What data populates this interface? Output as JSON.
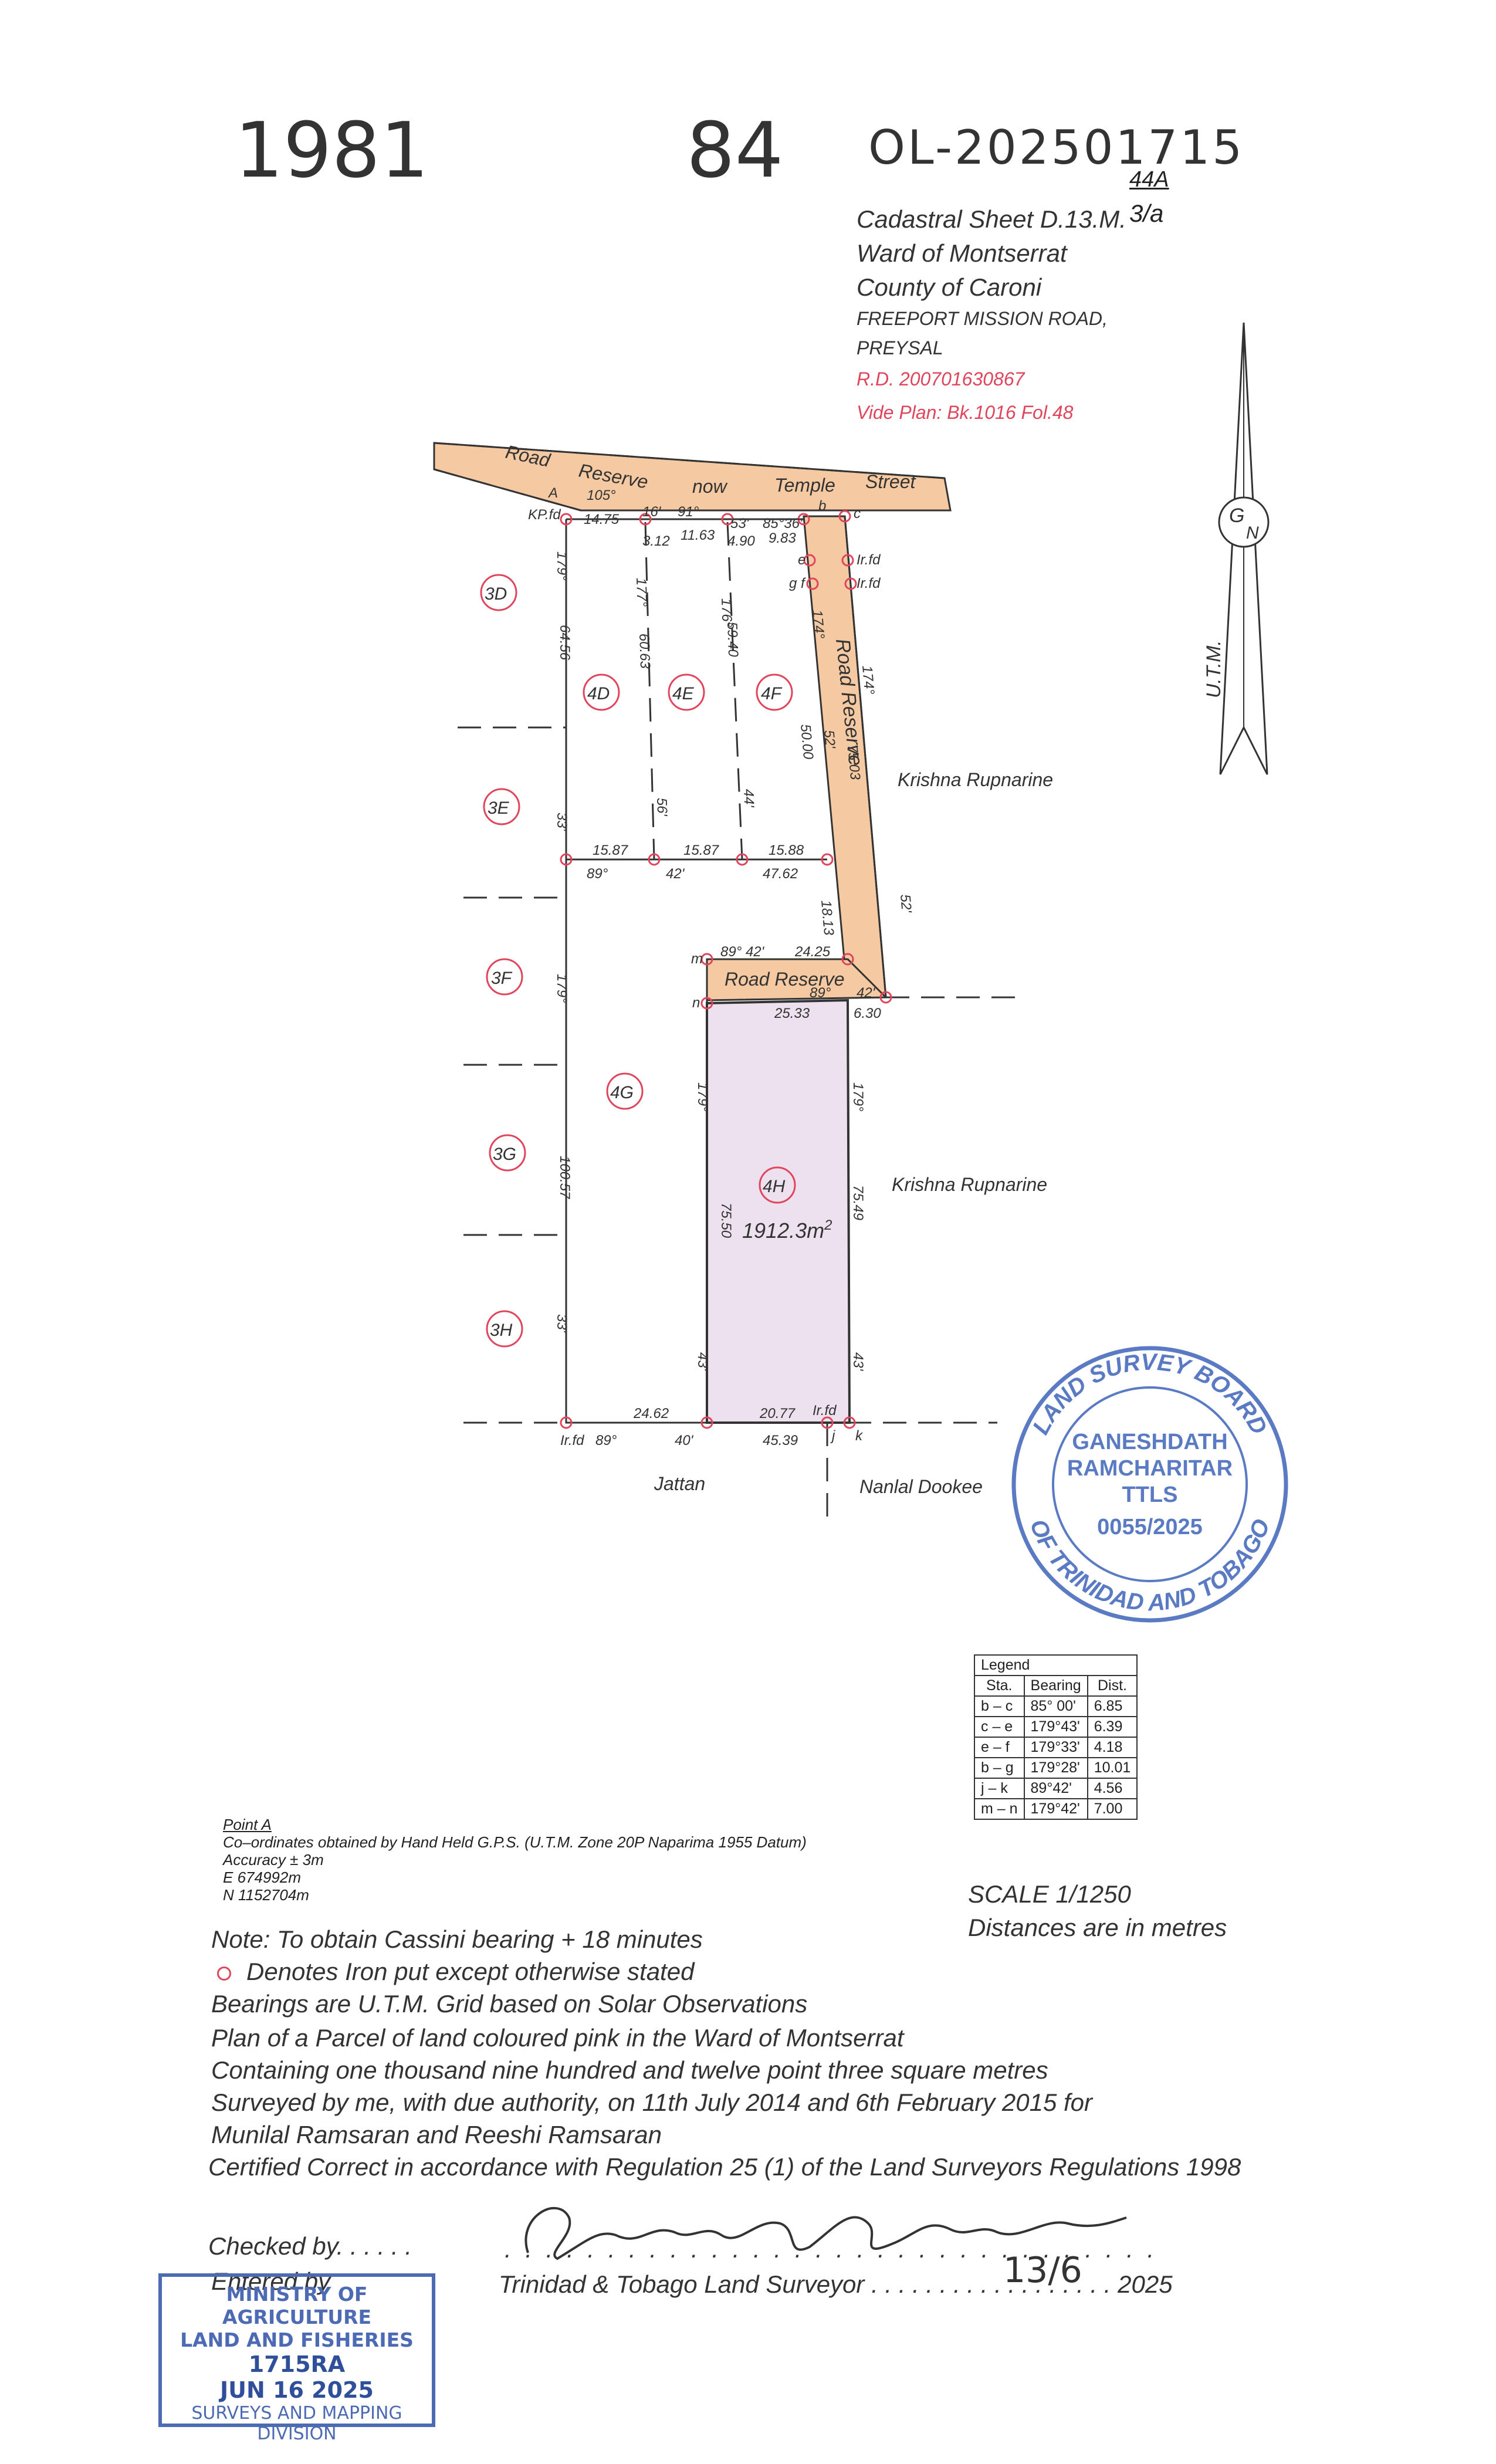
{
  "handwritten": {
    "left_number": "1981",
    "mid_number": "84",
    "ref": "OL-202501715"
  },
  "header": {
    "sheet_top": "44A",
    "sheet_bottom": "3/a",
    "cadastral": "Cadastral Sheet D.13.M.",
    "ward": "Ward of Montserrat",
    "county": "County of Caroni",
    "road": "FREEPORT MISSION ROAD,",
    "place": "PREYSAL",
    "rd": "R.D. 200701630867",
    "vide": "Vide Plan: Bk.1016 Fol.48"
  },
  "north": {
    "g": "G",
    "n": "N",
    "utm": "U.T.M."
  },
  "plan": {
    "street_words": [
      "Road",
      "Reserve",
      "now",
      "Temple",
      "Street"
    ],
    "lots": [
      "3D",
      "3E",
      "3F",
      "3G",
      "3H",
      "4D",
      "4E",
      "4F",
      "4G",
      "4H"
    ],
    "area": "1912.3m",
    "area_sup": "2",
    "road_reserve_vertical": "Road Reserve",
    "road_reserve_horizontal": "Road Reserve",
    "neighbours": {
      "krishna1": "Krishna Rupnarine",
      "krishna2": "Krishna Rupnarine",
      "jattan": "Jattan",
      "nanlal": "Nanlal Dookee"
    },
    "points": {
      "A": "A",
      "kpfd": "KP.fd",
      "b": "b",
      "c": "c",
      "e": "e",
      "f": "f",
      "g": "g",
      "irfd_e": "Ir.fd",
      "irfd_f": "Ir.fd",
      "m": "m",
      "n": "n",
      "irfd_bl": "Ir.fd",
      "irfd_j": "Ir.fd",
      "j": "j",
      "k": "k"
    },
    "dims": {
      "top_105": "105°",
      "top_1475": "14.75",
      "top_16": "16'",
      "top_91": "91°",
      "top_312": "3.12",
      "top_1163": "11.63",
      "top_53": "53'",
      "top_490": "4.90",
      "top_8536": "85°36'",
      "top_983": "9.83",
      "left_179": "179°",
      "left_6456": "64.56",
      "left_33a": "33'",
      "d_177": "177°",
      "d_6063": "60.63",
      "d_56": "56'",
      "e_176": "176°",
      "e_5940": "59.40",
      "e_44": "44'",
      "r_174": "174°",
      "r_5000": "50.00",
      "r_52": "52'",
      "r_7503": "75.03",
      "o_174": "174°",
      "o_52": "52'",
      "r_1813": "18.13",
      "m_1587a": "15.87",
      "m_89": "89°",
      "m_1587b": "15.87",
      "m_42": "42'",
      "m_1588": "15.88",
      "m_4762": "47.62",
      "mm_89_42": "89° 42'",
      "mm_2425": "24.25",
      "mm_89": "89°",
      "mm_42": "42'",
      "nn_2533": "25.33",
      "nn_630": "6.30",
      "l_179b": "179°",
      "l_10057": "100.57",
      "l_33b": "33'",
      "h_179": "179°",
      "h_7550": "75.50",
      "h_43": "43'",
      "hr_179": "179°",
      "hr_7549": "75.49",
      "hr_43": "43'",
      "b_2462": "24.62",
      "b_89": "89°",
      "b_40": "40'",
      "b_2077": "20.77",
      "b_4539": "45.39"
    }
  },
  "seal": {
    "ring_top": "LAND SURVEY BOARD",
    "ring_bottom": "OF TRINIDAD AND TOBAGO",
    "name1": "GANESHDATH",
    "name2": "RAMCHARITAR",
    "name3": "TTLS",
    "reg": "0055/2025"
  },
  "legend": {
    "title": "Legend",
    "headers": [
      "Sta.",
      "Bearing",
      "Dist."
    ],
    "rows": [
      [
        "b – c",
        "85° 00'",
        "6.85"
      ],
      [
        "c – e",
        "179°43'",
        "6.39"
      ],
      [
        "e – f",
        "179°33'",
        "4.18"
      ],
      [
        "b – g",
        "179°28'",
        "10.01"
      ],
      [
        "j – k",
        "89°42'",
        "4.56"
      ],
      [
        "m – n",
        "179°42'",
        "7.00"
      ]
    ]
  },
  "point_a": {
    "title": "Point A",
    "line1": "Co–ordinates obtained by Hand Held G.P.S. (U.T.M. Zone 20P Naparima 1955 Datum)",
    "line2": "Accuracy ± 3m",
    "line3": "E  674992m",
    "line4": "N  1152704m"
  },
  "scale": {
    "scale": "SCALE    1/1250",
    "units": "Distances are in metres"
  },
  "notes": {
    "cassini": "Note:  To obtain Cassini bearing + 18 minutes",
    "iron": "Denotes Iron put except otherwise stated",
    "bearings": "Bearings are U.T.M. Grid based on Solar Observations",
    "plan": "Plan of a Parcel of land coloured pink in the Ward of Montserrat",
    "containing": "Containing one thousand nine hundred and twelve point three square metres",
    "surveyed": "Surveyed by me, with due authority, on 11th July 2014 and 6th February 2015 for",
    "clients": "Munilal Ramsaran and Reeshi Ramsaran",
    "certified": "Certified Correct in accordance with Regulation 25 (1) of the Land Surveyors Regulations 1998"
  },
  "signoff": {
    "checked": "Checked by. . . . . .",
    "entered": "Entered by",
    "surveyor": "Trinidad & Tobago Land Surveyor . . . . . . . . . . . . . . . . . . 2025",
    "date_hand": "13/6",
    "dots": ". . . . . . . . . . . . . . . . . . . . . . . . . . . . . . . ."
  },
  "ministry_stamp": {
    "line1": "MINISTRY OF AGRICULTURE",
    "line2": "LAND AND FISHERIES",
    "hand": "1715RA",
    "date": "JUN 16 2025",
    "line3": "SURVEYS AND MAPPING",
    "line4": "DIVISION"
  }
}
